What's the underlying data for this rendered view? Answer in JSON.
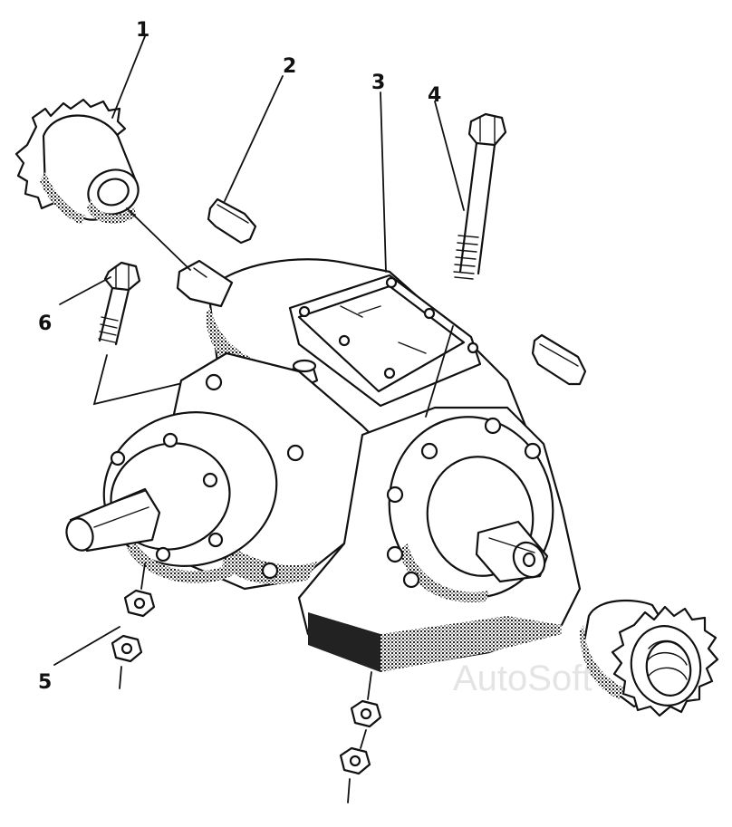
{
  "callouts": [
    {
      "id": "part-1",
      "label": "1"
    },
    {
      "id": "part-2",
      "label": "2"
    },
    {
      "id": "part-3",
      "label": "3"
    },
    {
      "id": "part-4",
      "label": "4"
    },
    {
      "id": "part-5",
      "label": "5"
    },
    {
      "id": "part-6",
      "label": "6"
    }
  ],
  "watermark": "AutoSoft"
}
